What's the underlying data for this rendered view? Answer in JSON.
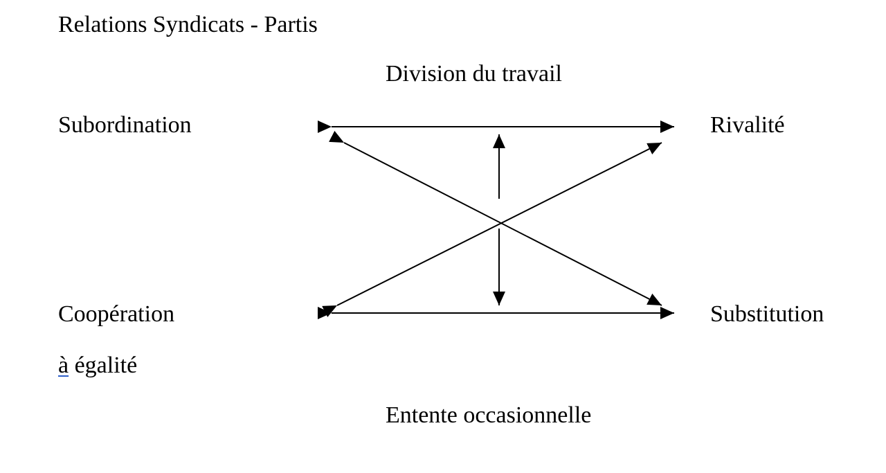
{
  "title": "Relations Syndicats - Partis",
  "top_center_label": "Division du travail",
  "left_top_label": "Subordination",
  "right_top_label": "Rivalité",
  "left_bottom_label": "Coopération",
  "right_bottom_label": "Substitution",
  "left_bottom_line2": {
    "underlined_word": "à",
    "rest": " égalité"
  },
  "bottom_center_label": "Entente occasionnelle",
  "colors": {
    "text": "#000000",
    "arrows": "#000000",
    "underline": "#2f5fc8"
  }
}
